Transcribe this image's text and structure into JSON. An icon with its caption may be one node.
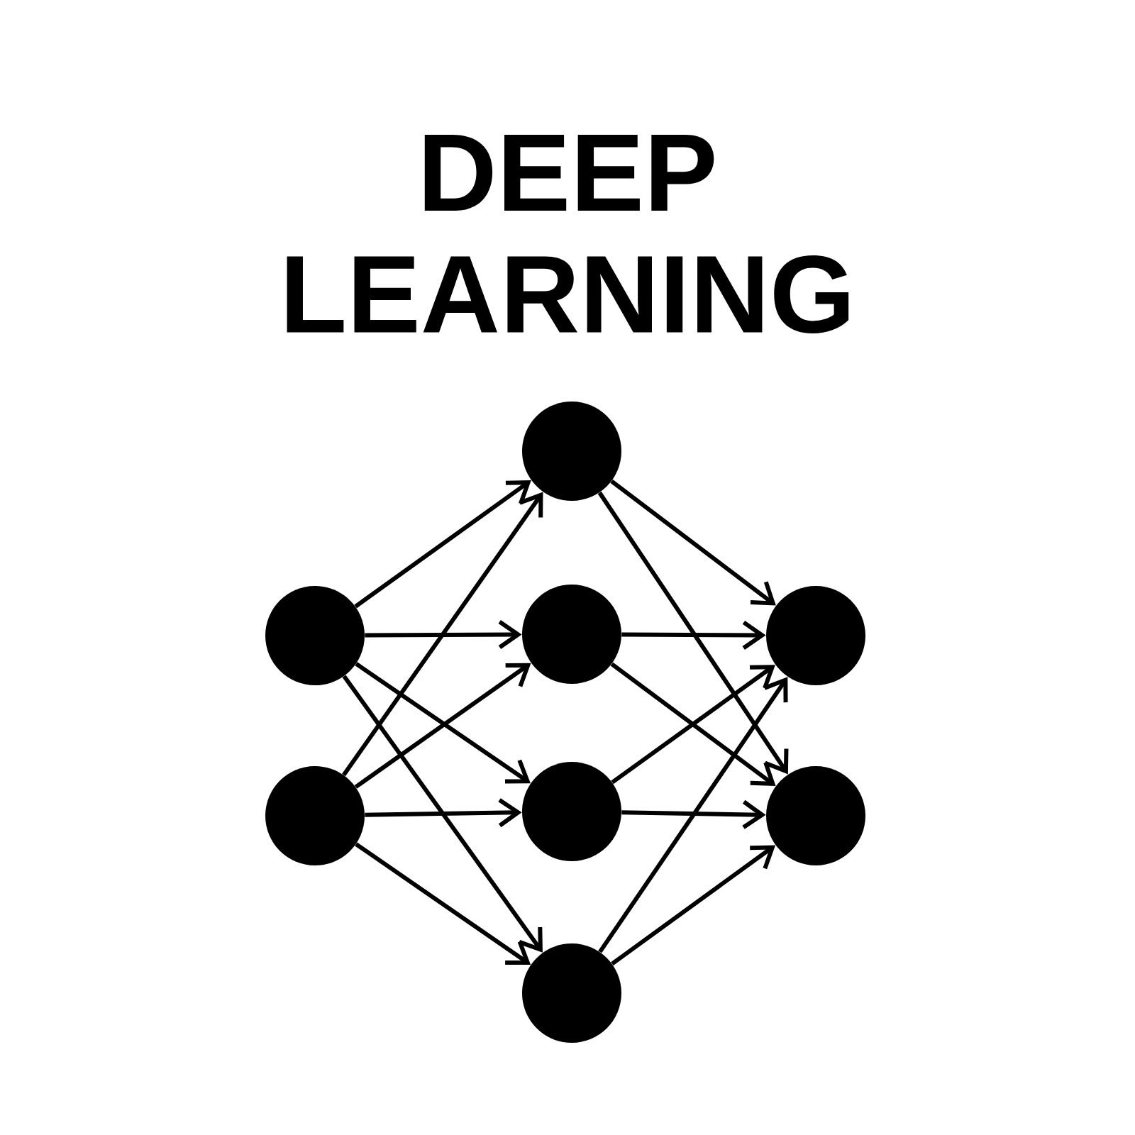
{
  "diagram": {
    "title": "DEEP LEARNING",
    "nodes": [
      {
        "text": [],
        "shape": "circle"
      },
      {
        "text": [],
        "shape": "circle"
      },
      {
        "text": [],
        "shape": "circle"
      },
      {
        "text": [],
        "shape": "circle"
      },
      {
        "text": [],
        "shape": "circle"
      },
      {
        "text": [],
        "shape": "circle"
      },
      {
        "text": [],
        "shape": "circle"
      },
      {
        "text": [],
        "shape": "circle"
      }
    ],
    "edges": [
      {
        "from": 0,
        "to": 2,
        "arrow": "to"
      },
      {
        "from": 0,
        "to": 3,
        "arrow": "to"
      },
      {
        "from": 0,
        "to": 4,
        "arrow": "to"
      },
      {
        "from": 0,
        "to": 5,
        "arrow": "to"
      },
      {
        "from": 1,
        "to": 2,
        "arrow": "to"
      },
      {
        "from": 1,
        "to": 3,
        "arrow": "to"
      },
      {
        "from": 1,
        "to": 4,
        "arrow": "to"
      },
      {
        "from": 1,
        "to": 5,
        "arrow": "to"
      },
      {
        "from": 2,
        "to": 6,
        "arrow": "to"
      },
      {
        "from": 2,
        "to": 7,
        "arrow": "to"
      },
      {
        "from": 3,
        "to": 6,
        "arrow": "to"
      },
      {
        "from": 3,
        "to": 7,
        "arrow": "to"
      },
      {
        "from": 4,
        "to": 6,
        "arrow": "to"
      },
      {
        "from": 4,
        "to": 7,
        "arrow": "to"
      },
      {
        "from": 5,
        "to": 6,
        "arrow": "to"
      },
      {
        "from": 5,
        "to": 7,
        "arrow": "to"
      }
    ]
  }
}
